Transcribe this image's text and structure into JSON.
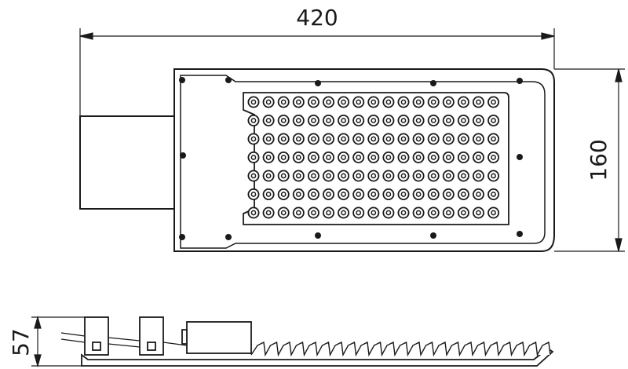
{
  "dimensions": {
    "length": "420",
    "width": "160",
    "height": "57"
  },
  "led_matrix": {
    "columns": 17,
    "rows": 7
  },
  "colors": {
    "line": "#1a1a1a",
    "housing_fill": "#ffffff",
    "panel_fill": "#ffffff",
    "led_ring": "#1a1a1a"
  }
}
